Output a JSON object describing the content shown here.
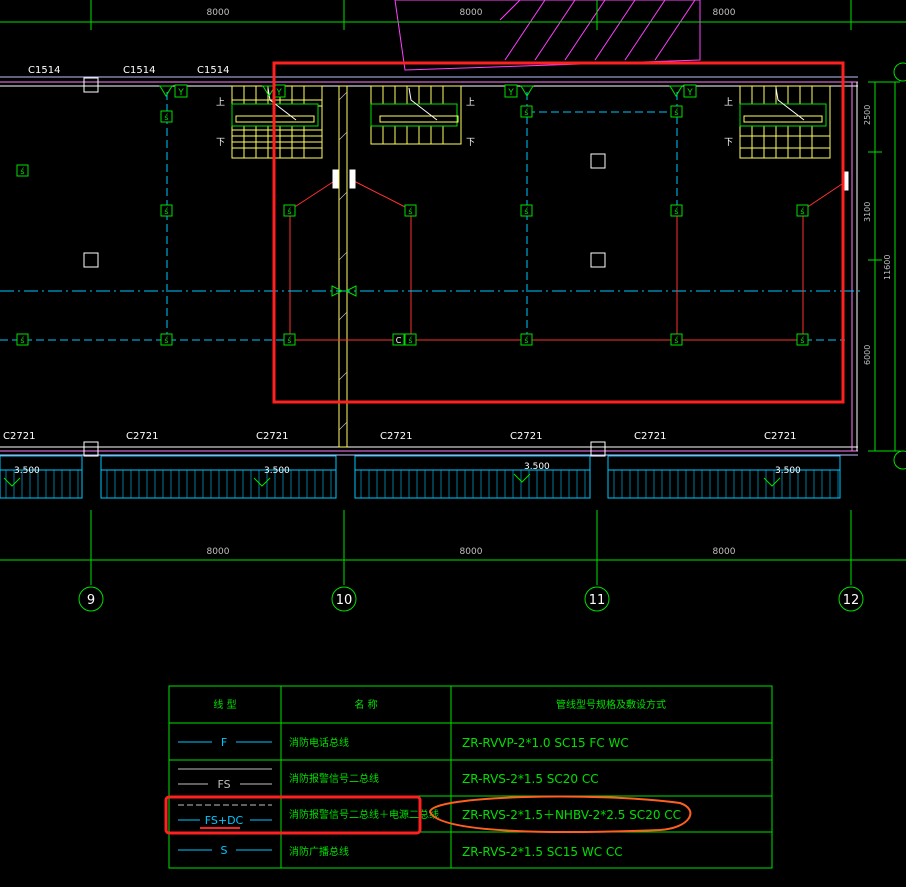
{
  "dimensions": {
    "top": [
      "8000",
      "8000",
      "8000"
    ],
    "bottom": [
      "8000",
      "8000",
      "8000"
    ],
    "right_parts": [
      "2500",
      "3100",
      "6000"
    ],
    "right_total": "11600"
  },
  "axes": [
    "9",
    "10",
    "11",
    "12"
  ],
  "window_labels_top": [
    "C1514",
    "C1514",
    "C1514"
  ],
  "window_labels_bottom": [
    "C2721",
    "C2721",
    "C2721",
    "C2721",
    "C2721",
    "C2721",
    "C2721"
  ],
  "elevations": [
    "3.500",
    "3.500",
    "3.500",
    "3.500"
  ],
  "stair_up": "上",
  "stair_down": "下",
  "symbols": {
    "y": "Y",
    "c": "C"
  },
  "legend": {
    "headers": [
      "线 型",
      "名 称",
      "管线型号规格及敷设方式"
    ],
    "rows": [
      {
        "line_label": "F",
        "name": "消防电话总线",
        "spec": "ZR-RVVP-2*1.0 SC15 FC WC"
      },
      {
        "line_label": "FS",
        "name": "消防报警信号二总线",
        "spec": "ZR-RVS-2*1.5 SC20 CC"
      },
      {
        "line_label": "FS+DC",
        "name": "消防报警信号二总线＋电源二总线",
        "spec": "ZR-RVS-2*1.5＋NHBV-2*2.5 SC20 CC"
      },
      {
        "line_label": "S",
        "name": "消防广播总线",
        "spec": "ZR-RVS-2*1.5 SC15 WC CC"
      }
    ]
  },
  "colors": {
    "background": "#000000",
    "grid": "#00ff00",
    "wall": "#ffffff",
    "wall_alt": "#ff80ff",
    "cyan": "#00c8ff",
    "wiring": "#ff3030",
    "stair": "#ffff60",
    "highlight": "#ff2020"
  }
}
